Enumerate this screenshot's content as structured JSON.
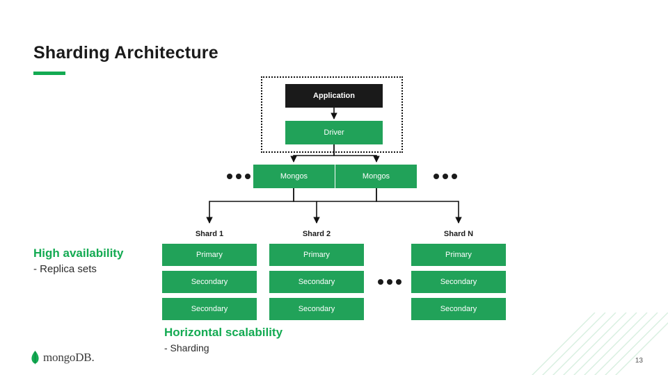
{
  "slide": {
    "title": "Sharding Architecture",
    "page_number": "13",
    "accent_color": "#13aa52",
    "box_green": "#21a259",
    "box_dark": "#1a1a1a"
  },
  "diagram": {
    "application_label": "Application",
    "driver_label": "Driver",
    "mongos": [
      {
        "label": "Mongos"
      },
      {
        "label": "Mongos"
      }
    ],
    "ellipsis": "●●●",
    "shards": [
      {
        "label": "Shard 1",
        "members": [
          "Primary",
          "Secondary",
          "Secondary"
        ]
      },
      {
        "label": "Shard 2",
        "members": [
          "Primary",
          "Secondary",
          "Secondary"
        ]
      },
      {
        "label": "Shard N",
        "members": [
          "Primary",
          "Secondary",
          "Secondary"
        ]
      }
    ]
  },
  "captions": {
    "high_availability_title": "High availability",
    "high_availability_sub": "-  Replica sets",
    "horizontal_scalability_title": "Horizontal scalability",
    "horizontal_scalability_sub": "-  Sharding"
  },
  "footer": {
    "logo_text": "mongoDB.",
    "logo_icon": "mongodb-leaf-icon"
  }
}
